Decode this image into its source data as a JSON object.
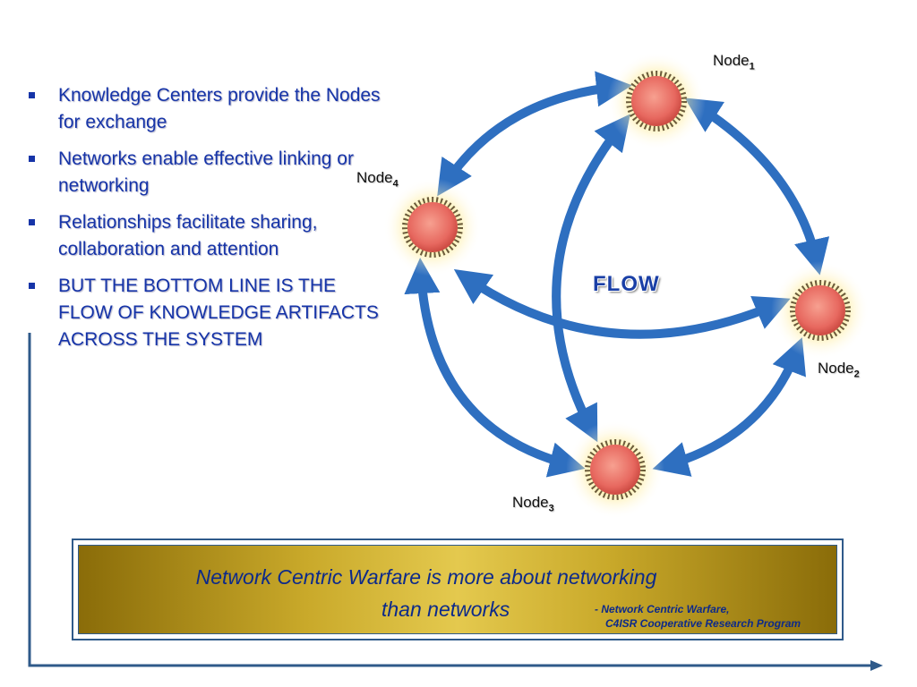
{
  "bullets": [
    "Knowledge Centers provide the Nodes for exchange",
    "Networks enable effective linking or networking",
    "Relationships facilitate sharing, collaboration and attention",
    "BUT THE BOTTOM LINE IS THE FLOW OF KNOWLEDGE ARTIFACTS ACROSS THE SYSTEM"
  ],
  "nodes": {
    "n1": {
      "base": "Node",
      "sub": "1"
    },
    "n2": {
      "base": "Node",
      "sub": "2"
    },
    "n3": {
      "base": "Node",
      "sub": "3"
    },
    "n4": {
      "base": "Node",
      "sub": "4"
    }
  },
  "flow_label": "FLOW",
  "quote": {
    "line1": "Network Centric Warfare is more about networking",
    "line2": "than networks",
    "source_line1": "- Network Centric Warfare,",
    "source_line2": "C4ISR Cooperative Research Program"
  },
  "colors": {
    "arrow": "#2e6fc0",
    "bullet_text": "#1634a8",
    "node_fill": "#ec7a6f",
    "quote_gold": "#c9a92a"
  }
}
